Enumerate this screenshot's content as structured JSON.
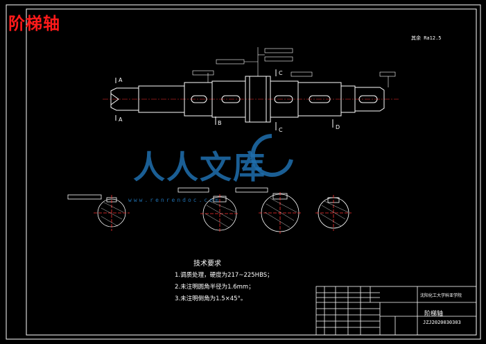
{
  "title": "阶梯轴",
  "top_right_roughness": "其余 Ra12.5",
  "watermark": {
    "text": "人人文库",
    "url": "www.renrendoc.com"
  },
  "requirements": {
    "title": "技术要求",
    "items": [
      "1.调质处理，硬度为217~225HBS；",
      "2.未注明圆角半径为1.6mm；",
      "3.未注明倒角为1.5×45°。"
    ]
  },
  "title_block": {
    "school": "沈阳化工大学科亚学院",
    "part_name": "阶梯轴",
    "drawing_code": "JZJ2020030303"
  },
  "section_labels": [
    "A",
    "B",
    "C",
    "D"
  ],
  "colors": {
    "background": "#000000",
    "lines": "#ffffff",
    "title_red": "#ff1a1a",
    "watermark": "#1f6fae",
    "dimension_red": "#ff3030",
    "center_yellow": "#e0d060"
  }
}
